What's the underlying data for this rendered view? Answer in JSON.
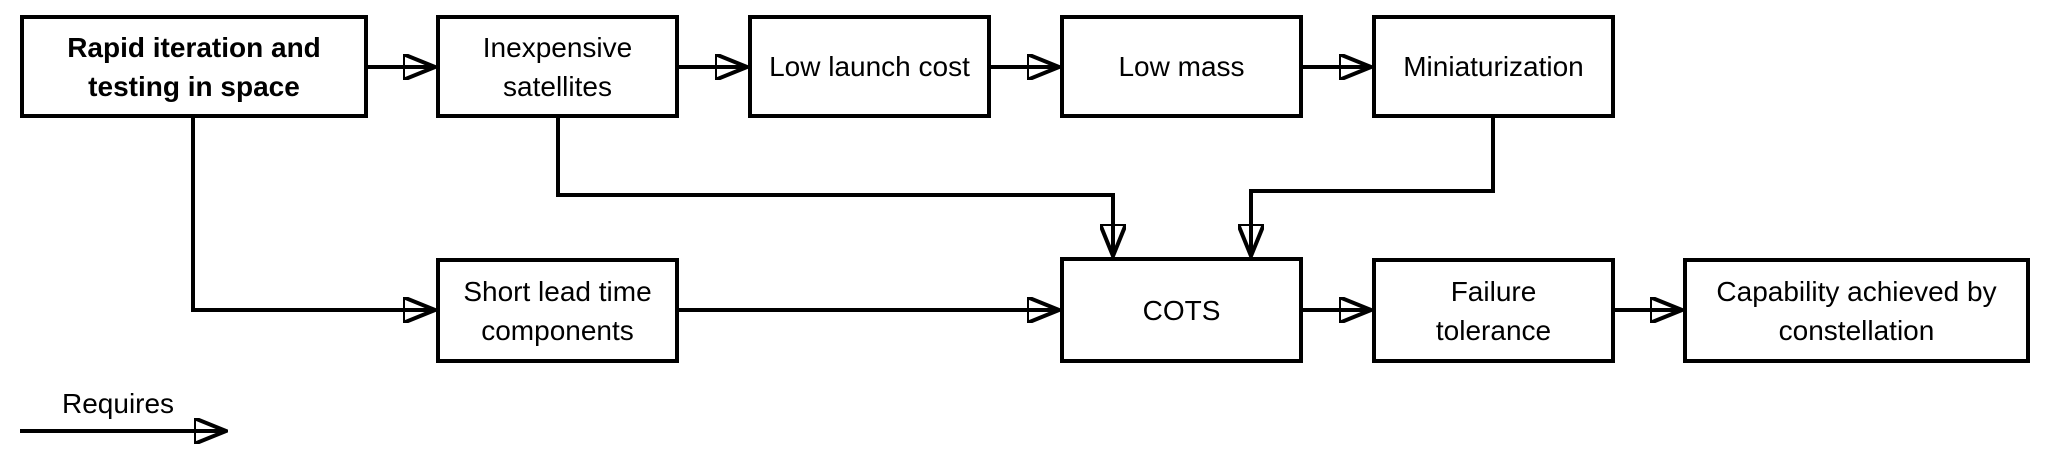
{
  "diagram": {
    "nodes": [
      {
        "id": "rapid-iteration",
        "label": "Rapid iteration and\ntesting in space",
        "emphasis": "bold"
      },
      {
        "id": "inexpensive-satellites",
        "label": "Inexpensive\nsatellites"
      },
      {
        "id": "low-launch-cost",
        "label": "Low launch cost"
      },
      {
        "id": "low-mass",
        "label": "Low mass"
      },
      {
        "id": "miniaturization",
        "label": "Miniaturization"
      },
      {
        "id": "short-lead-time",
        "label": "Short lead time\ncomponents"
      },
      {
        "id": "cots",
        "label": "COTS"
      },
      {
        "id": "failure-tolerance",
        "label": "Failure\ntolerance"
      },
      {
        "id": "capability-constellation",
        "label": "Capability achieved by\nconstellation"
      }
    ],
    "edges": [
      {
        "from": "rapid-iteration",
        "to": "inexpensive-satellites",
        "relation": "requires"
      },
      {
        "from": "inexpensive-satellites",
        "to": "low-launch-cost",
        "relation": "requires"
      },
      {
        "from": "low-launch-cost",
        "to": "low-mass",
        "relation": "requires"
      },
      {
        "from": "low-mass",
        "to": "miniaturization",
        "relation": "requires"
      },
      {
        "from": "rapid-iteration",
        "to": "short-lead-time",
        "relation": "requires"
      },
      {
        "from": "inexpensive-satellites",
        "to": "cots",
        "relation": "requires"
      },
      {
        "from": "miniaturization",
        "to": "cots",
        "relation": "requires"
      },
      {
        "from": "short-lead-time",
        "to": "cots",
        "relation": "requires"
      },
      {
        "from": "cots",
        "to": "failure-tolerance",
        "relation": "requires"
      },
      {
        "from": "failure-tolerance",
        "to": "capability-constellation",
        "relation": "requires"
      }
    ],
    "legend": {
      "label": "Requires"
    }
  },
  "colors": {
    "line": "#000000",
    "text": "#000000",
    "node_fill": "#ffffff",
    "background": "#ffffff"
  }
}
